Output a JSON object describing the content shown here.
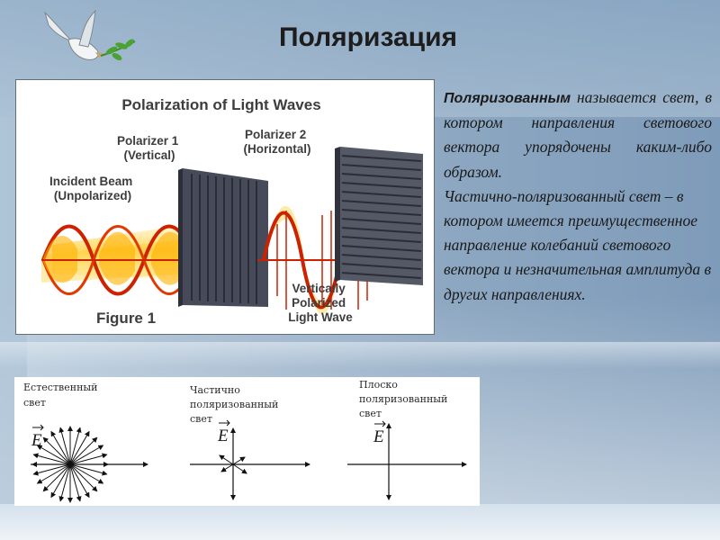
{
  "slide": {
    "title": "Поляризация"
  },
  "figure": {
    "title": "Polarization of Light Waves",
    "polarizer1": [
      "Polarizer 1",
      "(Vertical)"
    ],
    "polarizer2": [
      "Polarizer 2",
      "(Horizontal)"
    ],
    "incident": [
      "Incident Beam",
      "(Unpolarized)"
    ],
    "result": [
      "Vertically",
      "Polarized",
      "Light Wave"
    ],
    "caption": "Figure 1"
  },
  "text": {
    "lead": "Поляризованным",
    "p1_rest": " называется свет, в котором направления светового вектора упорядочены каким-либо образом.",
    "p2": "Частично-поляризованный свет – в котором имеется преимущественное направление колебаний светового вектора и незначительная амплитуда в других направлениях."
  },
  "diagrams": {
    "natural": [
      "Естественный",
      "свет"
    ],
    "partial": [
      "Частично",
      "поляризованный",
      "свет"
    ],
    "plane": [
      "Плоско",
      "поляризованный",
      "свет"
    ],
    "vector_symbol": "E"
  },
  "colors": {
    "wave_red": "#cc2200",
    "wave_glow": "#ffc000",
    "polarizer": "#474b59"
  }
}
